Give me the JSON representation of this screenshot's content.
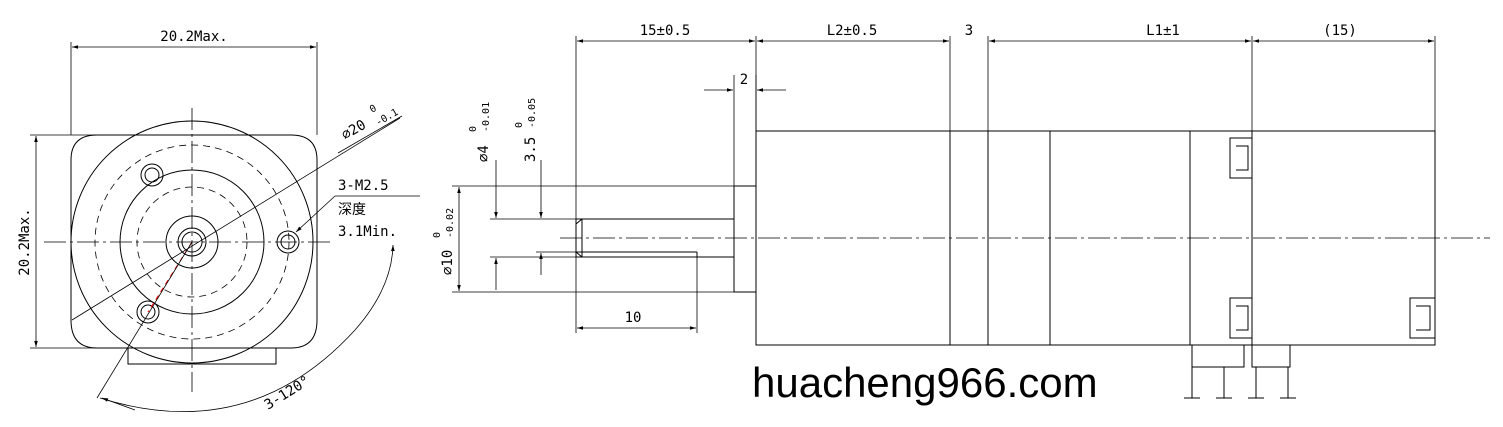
{
  "front_view": {
    "width_label": "20.2Max.",
    "height_label": "20.2Max.",
    "diameter_label": "⌀20",
    "diameter_tol_upper": "0",
    "diameter_tol_lower": "-0.1",
    "thread_label": "3-M2.5",
    "depth_label": "深度",
    "depth_value": "3.1Min.",
    "angle_label": "3-120°"
  },
  "side_view": {
    "shaft_length": "15±0.5",
    "l2_label": "L2±0.5",
    "gap_label": "3",
    "l1_label": "L1±1",
    "tail_label": "(15)",
    "step_label": "2",
    "flat_length": "10",
    "shaft_dia_label": "⌀4",
    "shaft_dia_tol_upper": "0",
    "shaft_dia_tol_lower": "-0.01",
    "flat_label": "3.5",
    "flat_tol_upper": "0",
    "flat_tol_lower": "-0.05",
    "boss_dia_label": "⌀10",
    "boss_dia_tol_upper": "0",
    "boss_dia_tol_lower": "-0.02"
  },
  "watermark": "huacheng966.com"
}
